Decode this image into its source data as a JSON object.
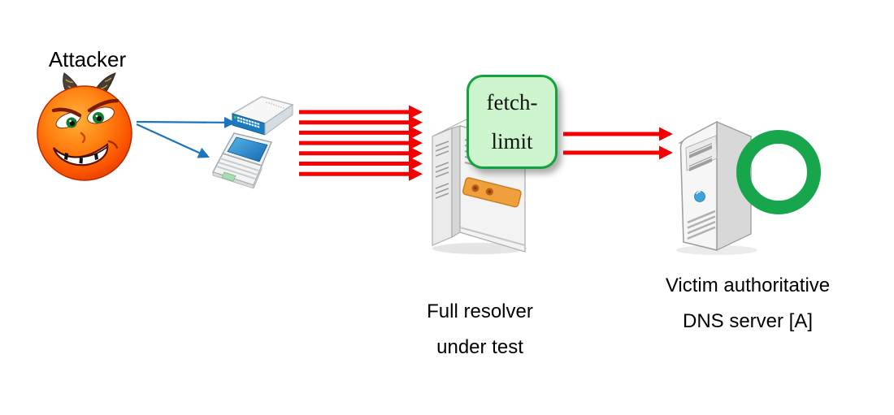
{
  "labels": {
    "attacker": "Attacker",
    "fetch_limit": {
      "line1": "fetch-",
      "line2": "limit"
    },
    "resolver": {
      "line1": "Full resolver",
      "line2": "under test"
    },
    "victim": {
      "line1": "Victim authoritative",
      "line2": "DNS server [A]"
    }
  },
  "arrows": {
    "attacker_to_devices": {
      "count": 2,
      "color": "#1b75bc",
      "direction": "right"
    },
    "query_flood": {
      "count": 7,
      "color": "#f40000",
      "direction": "right"
    },
    "resolver_to_victim": {
      "count": 2,
      "color": "#f40000",
      "direction": "right"
    }
  },
  "colors": {
    "background": "#ffffff",
    "text": "#000000",
    "arrow-red": "#f40000",
    "arrow-blue": "#1b75bc",
    "fetch-box-fill": "#cdf6ce",
    "fetch-box-border": "#13a33b",
    "ring-green": "#17a64c"
  },
  "icons": {
    "attacker": "devil-face-icon",
    "attack_device_1": "network-switch-icon",
    "attack_device_2": "laptop-icon",
    "resolver": "tower-server-icon",
    "victim": "desktop-server-icon",
    "victim_status": "green-ring-icon"
  }
}
